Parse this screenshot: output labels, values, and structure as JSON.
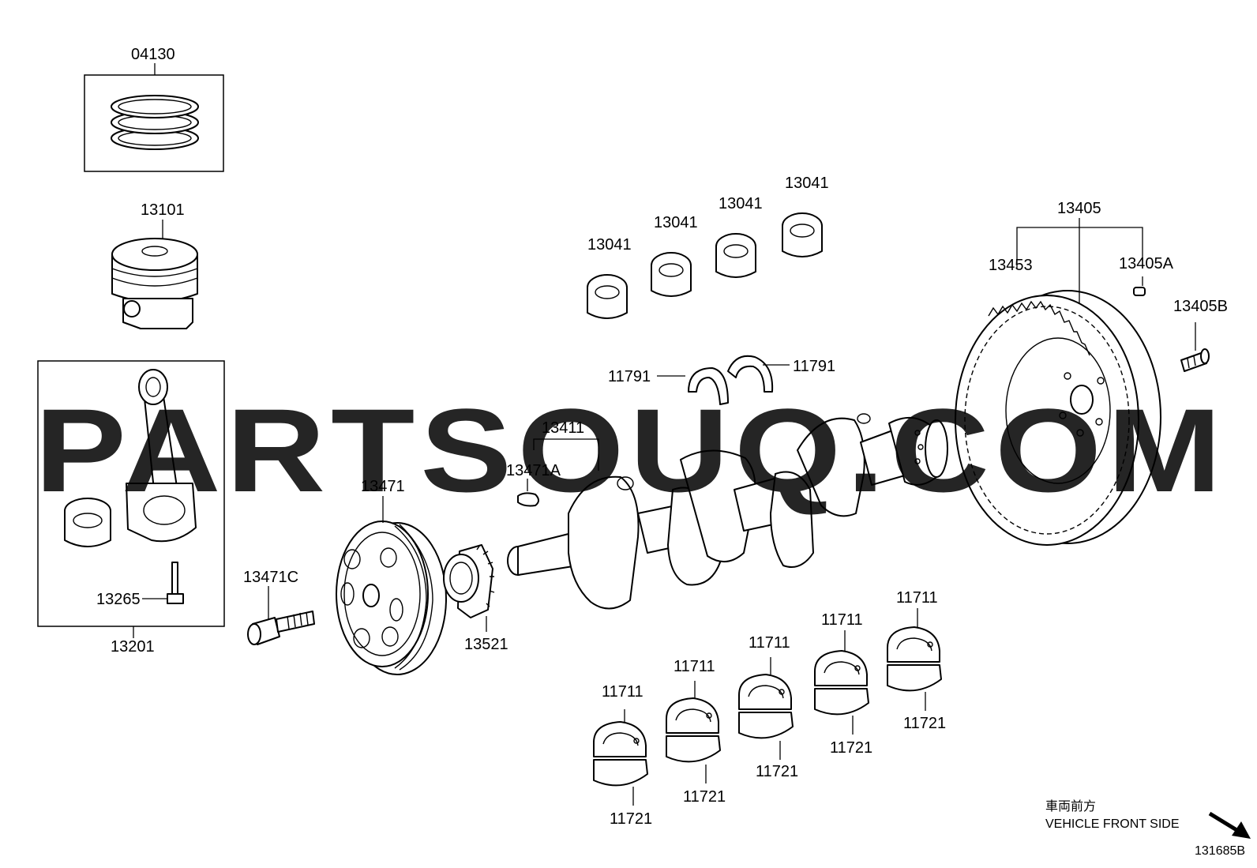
{
  "watermark": "PARTSOUQ.COM",
  "labels": {
    "ring_set": "04130",
    "piston": "13101",
    "conrod_assy": "13201",
    "conrod_bolt": "13265",
    "bearing_a": "13041",
    "bearing_b": "13041",
    "bearing_c": "13041",
    "bearing_d": "13041",
    "thrust_left": "11791",
    "thrust_right": "11791",
    "crankshaft": "13411",
    "key": "13471A",
    "pulley": "13471",
    "pulley_bolt": "13471C",
    "timing_gear": "13521",
    "flywheel": "13405",
    "ring_gear": "13453",
    "pin": "13405A",
    "flywheel_bolt": "13405B",
    "upper_1": "11711",
    "upper_2": "11711",
    "upper_3": "11711",
    "upper_4": "11711",
    "upper_5": "11711",
    "lower_1": "11721",
    "lower_2": "11721",
    "lower_3": "11721",
    "lower_4": "11721",
    "lower_5": "11721"
  },
  "notes": {
    "direction_jp": "車両前方",
    "direction_en": "VEHICLE FRONT SIDE",
    "figure_id": "131685B"
  }
}
